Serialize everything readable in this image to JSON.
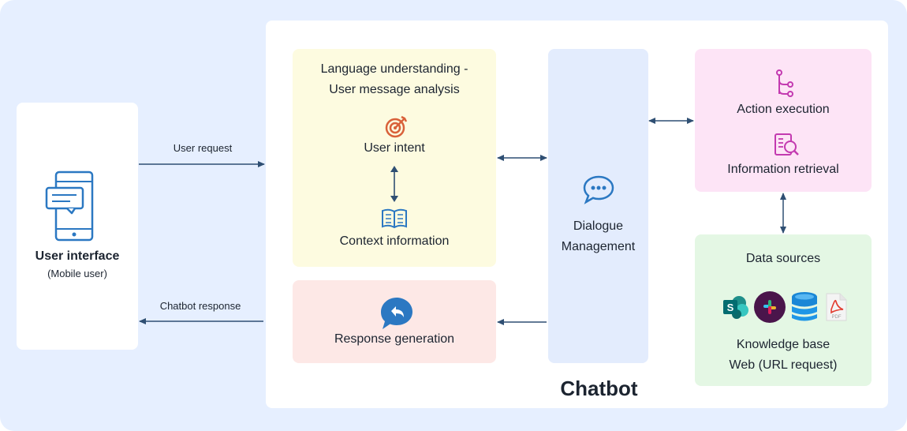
{
  "user_panel": {
    "title": "User interface",
    "subtitle": "(Mobile user)",
    "icon": "mobile-chat-icon"
  },
  "arrows": {
    "request_label": "User request",
    "response_label": "Chatbot response"
  },
  "chatbot_label": "Chatbot",
  "language_box": {
    "title_line1": "Language understanding -",
    "title_line2": "User message analysis",
    "intent_label": "User intent",
    "intent_icon": "target-icon",
    "context_label": "Context information",
    "context_icon": "book-icon",
    "color": "#fdfbe0"
  },
  "response_box": {
    "label": "Response generation",
    "icon": "reply-bubble-icon",
    "color": "#fde8e6"
  },
  "dialogue_box": {
    "line1": "Dialogue",
    "line2": "Management",
    "icon": "chat-bubble-icon",
    "color": "#e3ecfd"
  },
  "action_box": {
    "action_label": "Action execution",
    "action_icon": "workflow-branch-icon",
    "retrieval_label": "Information retrieval",
    "retrieval_icon": "document-search-icon",
    "color": "#fde4f6"
  },
  "data_box": {
    "title": "Data sources",
    "line1": "Knowledge base",
    "line2": "Web (URL request)",
    "source_icons": [
      "sharepoint-icon",
      "slack-icon",
      "database-icon",
      "pdf-icon"
    ],
    "pdf_text": "PDF",
    "color": "#e4f7e4"
  },
  "colors": {
    "background": "#e6efff",
    "arrow": "#2f4f73",
    "icon_blue": "#2b78c2",
    "icon_orange": "#d9613a",
    "icon_pink": "#c33ab0"
  }
}
